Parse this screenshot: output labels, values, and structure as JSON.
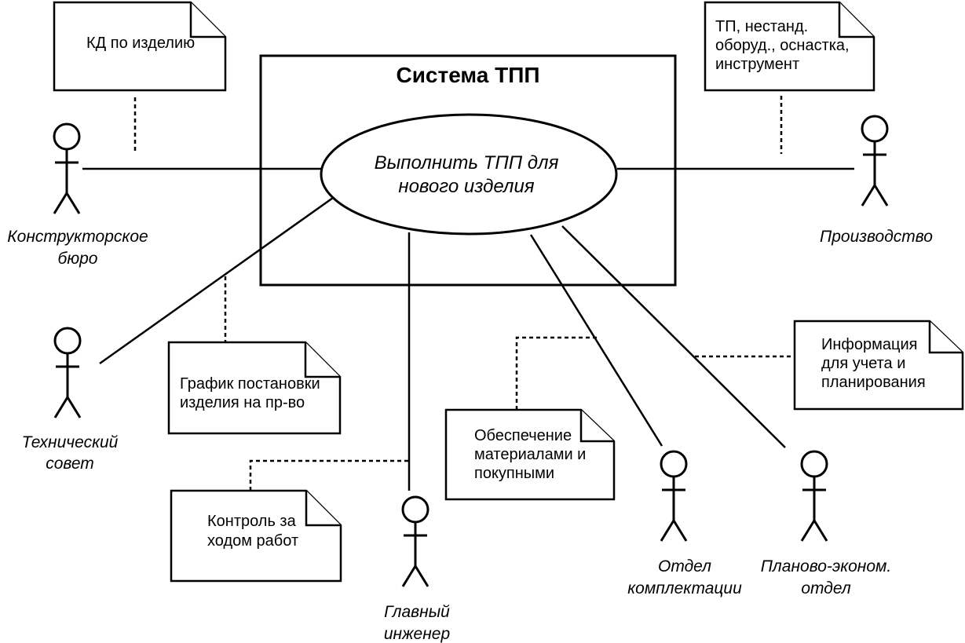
{
  "system": {
    "title": "Система ТПП"
  },
  "use_case": {
    "lines": [
      "Выполнить ТПП для",
      "нового изделия"
    ]
  },
  "actors": {
    "design_bureau": [
      "Конструкторское",
      "бюро"
    ],
    "production": [
      "Производство"
    ],
    "tech_council": [
      "Технический",
      "совет"
    ],
    "chief_engineer": [
      "Главный",
      "инженер"
    ],
    "procurement_dept": [
      "Отдел",
      "комплектации"
    ],
    "planning_dept": [
      "Планово-эконом.",
      "отдел"
    ]
  },
  "notes": {
    "kd": [
      "КД по изделию"
    ],
    "tp": [
      "ТП, нестанд.",
      "оборуд., оснастка,",
      "инструмент"
    ],
    "schedule": [
      "График постановки",
      "изделия на пр-во"
    ],
    "control": [
      "Контроль за",
      "ходом работ"
    ],
    "materials": [
      "Обеспечение",
      "материалами и",
      "покупными"
    ],
    "info": [
      "Информация",
      "для учета и",
      "планирования"
    ]
  }
}
